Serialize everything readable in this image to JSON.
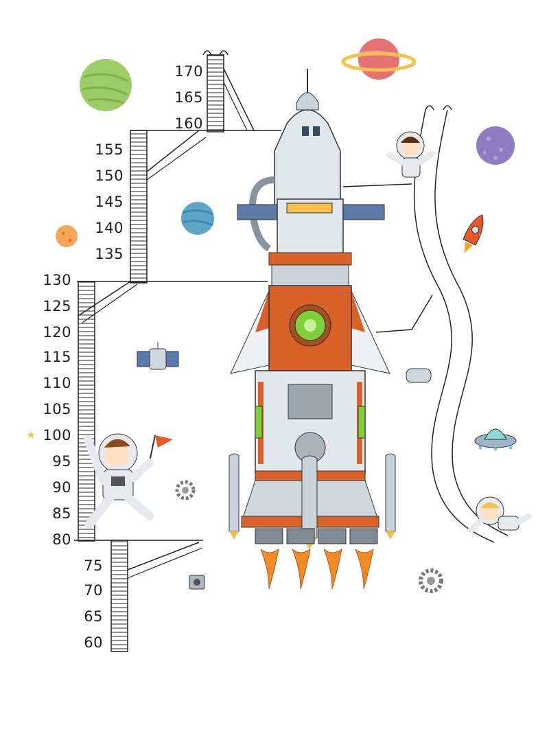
{
  "height_chart": {
    "unit": "",
    "ticks": [
      {
        "value": "170"
      },
      {
        "value": "165"
      },
      {
        "value": "160"
      },
      {
        "value": "155"
      },
      {
        "value": "150"
      },
      {
        "value": "145"
      },
      {
        "value": "140"
      },
      {
        "value": "135"
      },
      {
        "value": "130"
      },
      {
        "value": "125"
      },
      {
        "value": "120"
      },
      {
        "value": "115"
      },
      {
        "value": "110"
      },
      {
        "value": "105"
      },
      {
        "value": "100"
      },
      {
        "value": "95"
      },
      {
        "value": "90"
      },
      {
        "value": "85"
      },
      {
        "value": "80"
      },
      {
        "value": "75"
      },
      {
        "value": "70"
      },
      {
        "value": "65"
      },
      {
        "value": "60"
      }
    ],
    "marked_value": "100"
  },
  "illustration": {
    "planets": [
      {
        "name": "green-planet-icon",
        "color": "#9ccc65"
      },
      {
        "name": "ringed-planet-icon",
        "color": "#e57373"
      },
      {
        "name": "purple-planet-icon",
        "color": "#8e7cc3"
      },
      {
        "name": "blue-planet-icon",
        "color": "#5ea5c9"
      },
      {
        "name": "orange-planet-icon",
        "color": "#f5a65b"
      }
    ],
    "rocket_colors": {
      "body": "#d9622b",
      "steel": "#c9d3dc",
      "window": "#7ecf3a",
      "flame": "#f08a24"
    }
  }
}
